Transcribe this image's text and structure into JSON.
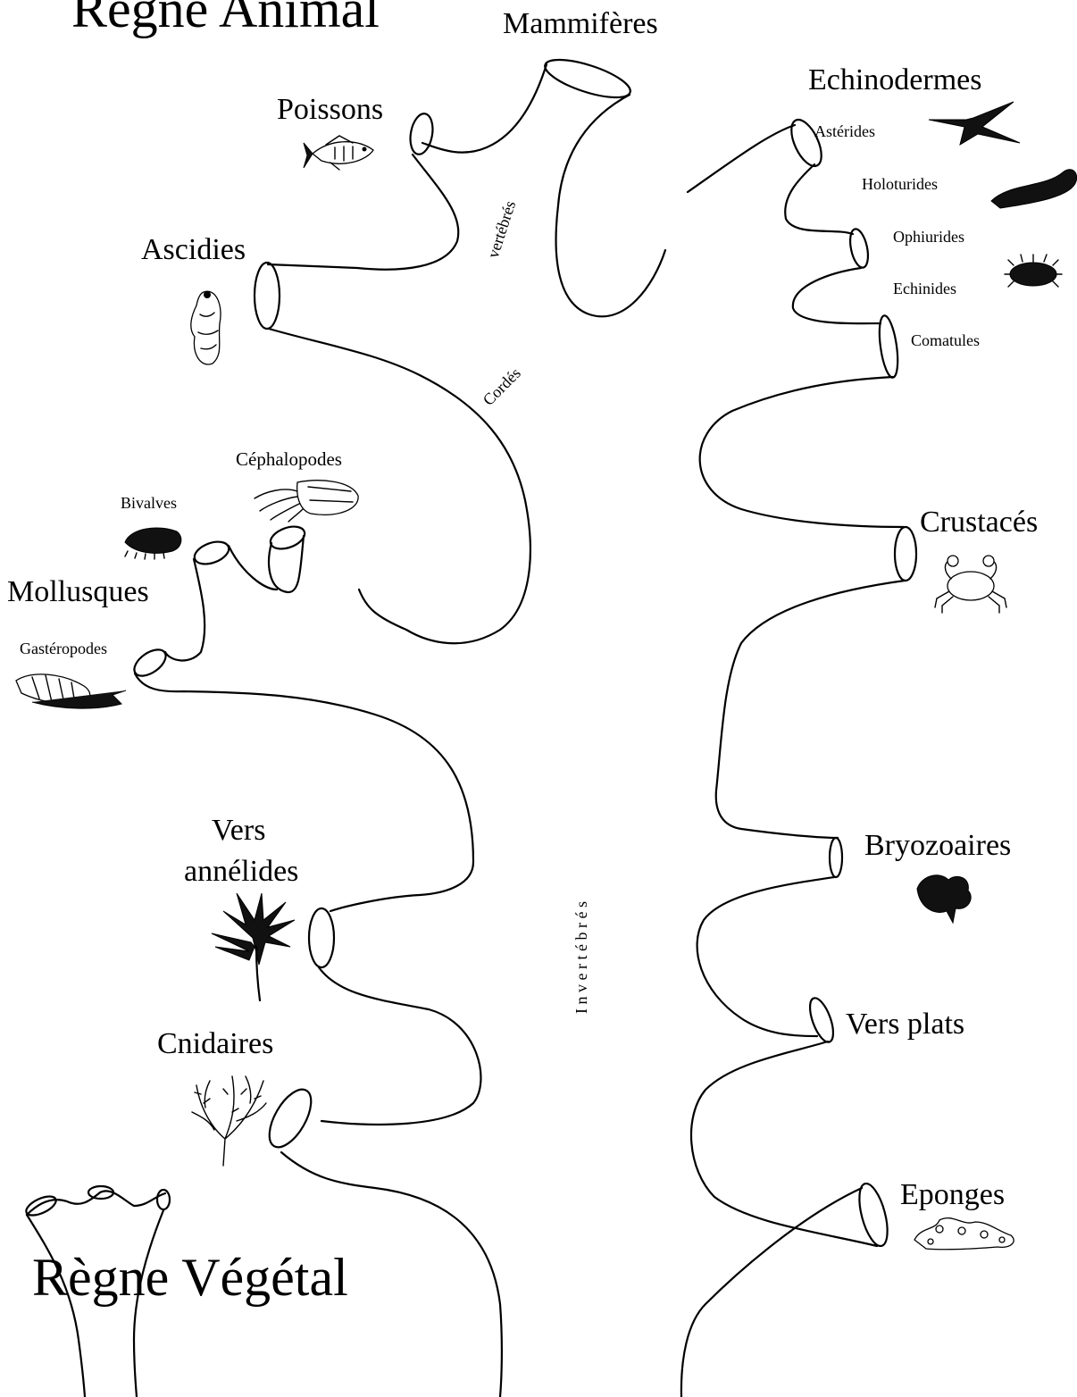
{
  "titles": {
    "animal": "Règne Animal",
    "vegetal": "Règne Végétal"
  },
  "branch_labels": {
    "vertebres": "vertébrés",
    "cordes": "Cordés",
    "invertebres": "I n v e r t é b r é s"
  },
  "groups": {
    "mammiferes": "Mammifères",
    "poissons": "Poissons",
    "ascidies": "Ascidies",
    "echinodermes": "Echinodermes",
    "asterides": "Astérides",
    "holoturides": "Holoturides",
    "ophiurides": "Ophiurides",
    "echinides": "Echinides",
    "comatules": "Comatules",
    "crustaces": "Crustacés",
    "cephalopodes": "Céphalopodes",
    "bivalves": "Bivalves",
    "mollusques": "Mollusques",
    "gasteropodes": "Gastéropodes",
    "bryozoaires": "Bryozoaires",
    "vers_annelides_1": "Vers",
    "vers_annelides_2": "annélides",
    "vers_plats": "Vers plats",
    "cnidaires": "Cnidaires",
    "eponges": "Eponges"
  },
  "icons": [
    "fish-icon",
    "starfish-icon",
    "sea-cucumber-icon",
    "sea-urchin-icon",
    "ascidian-icon",
    "crab-icon",
    "cuttlefish-icon",
    "clam-icon",
    "snail-icon",
    "tube-worm-icon",
    "bryozoan-icon",
    "coral-icon",
    "sponge-icon"
  ]
}
